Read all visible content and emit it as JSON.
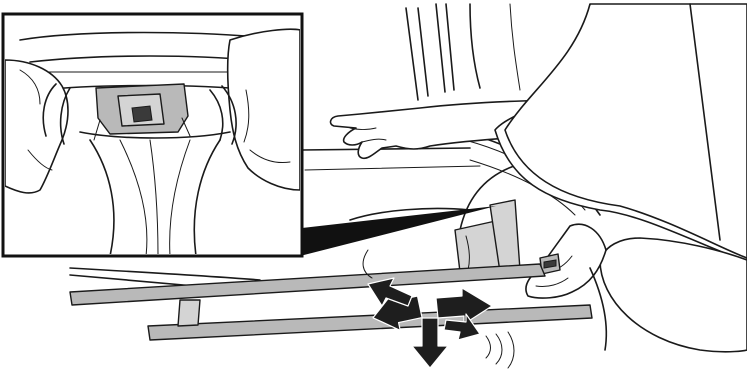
{
  "diagram": {
    "inset_callout": true,
    "move_arrows": [
      "left",
      "right",
      "down"
    ],
    "colors": {
      "line": "#1a1a1a",
      "part_fill": "#b9b9b9",
      "clip_fill": "#a8a8a8",
      "arrow_fill": "#1e1e1e",
      "background": "#ffffff"
    }
  }
}
